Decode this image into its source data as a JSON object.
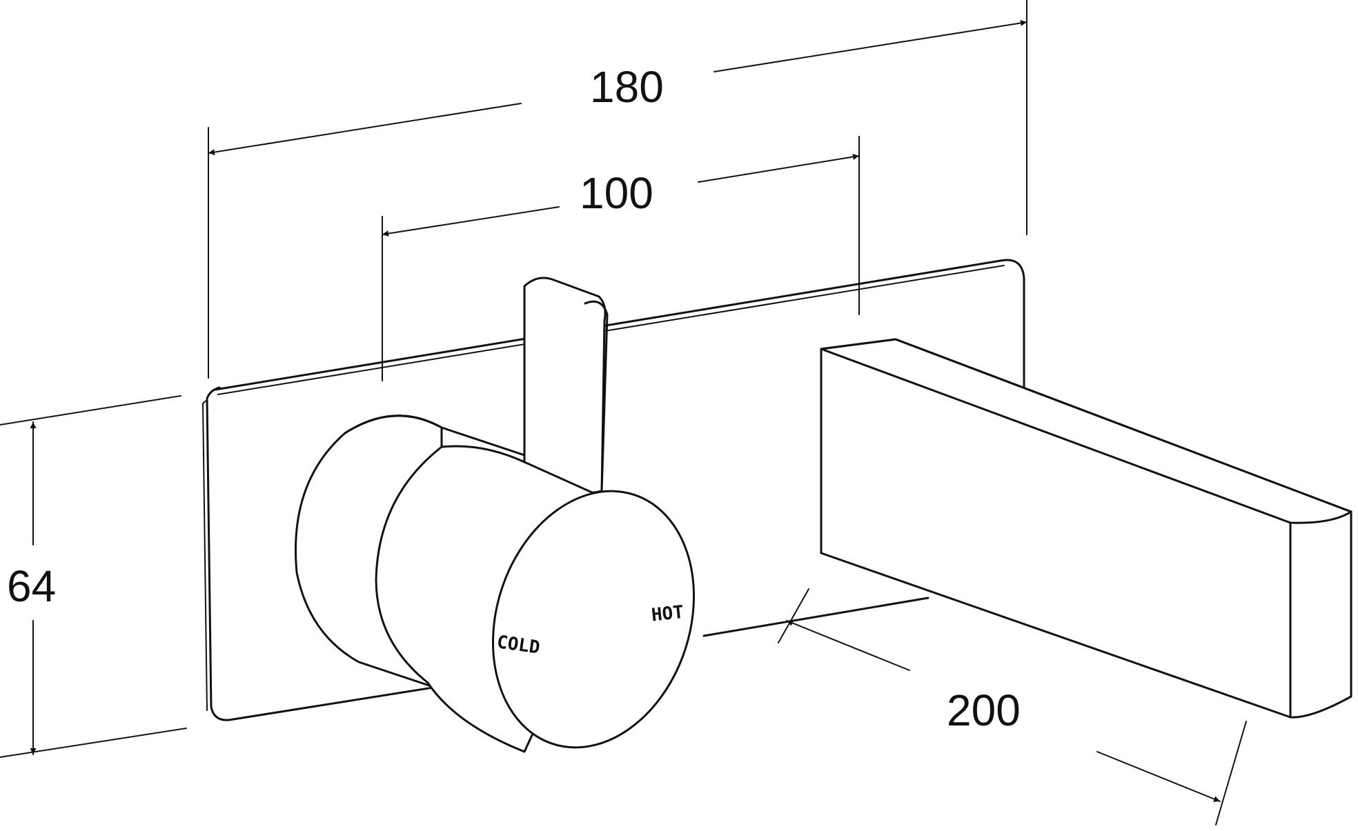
{
  "dimensions": {
    "overall_width": "180",
    "centres": "100",
    "plate_height": "64",
    "spout_projection": "200"
  },
  "handle_labels": {
    "cold": "COLD",
    "hot": "HOT"
  }
}
